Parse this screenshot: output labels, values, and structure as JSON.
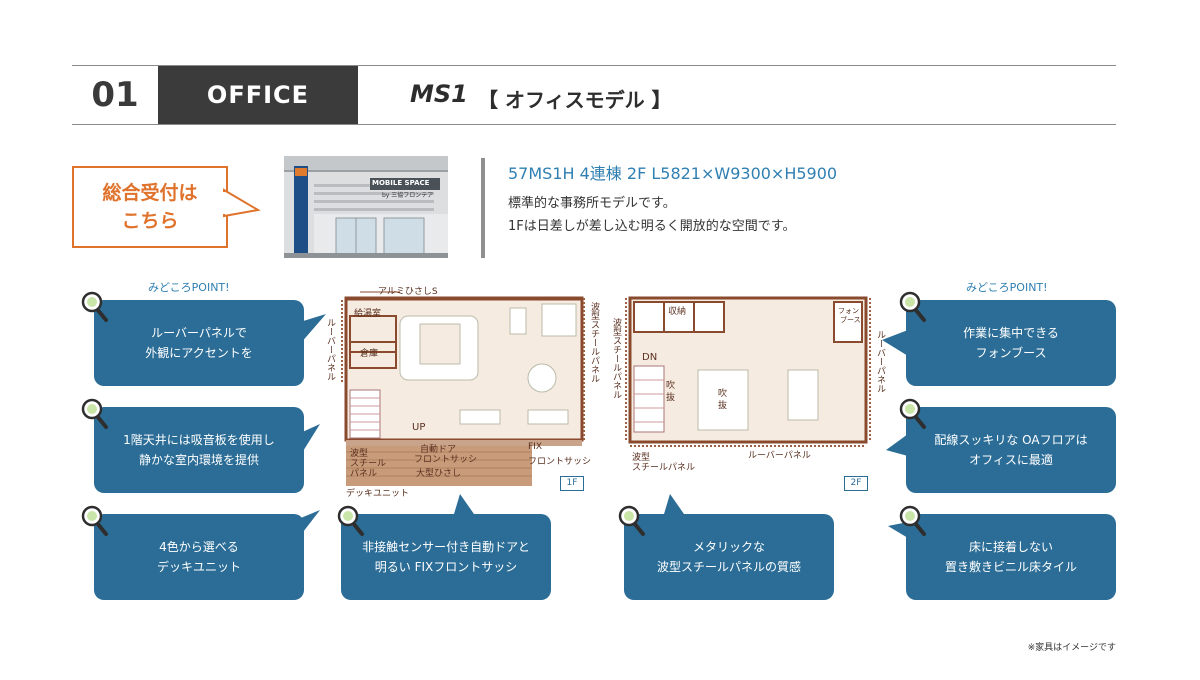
{
  "header": {
    "number": "01",
    "category": "OFFICE",
    "model": "MS1",
    "model_type": "【 オフィスモデル 】"
  },
  "reception": {
    "label": "総合受付は\nこちら"
  },
  "photo": {
    "sign_text": "MOBILE SPACE",
    "sign_sub": "by 三協フロンテア"
  },
  "spec": {
    "line": "57MS1H 4連棟 2F  L5821×W9300×H5900",
    "desc1": "標準的な事務所モデルです。",
    "desc2": "1Fは日差しが差し込む明るく開放的な空間です。"
  },
  "points_label_left": "みどころPOINT!",
  "points_label_right": "みどころPOINT!",
  "points": [
    {
      "text": "ルーバーパネルで\n外観にアクセントを"
    },
    {
      "text": "1階天井には吸音板を使用し\n静かな室内環境を提供"
    },
    {
      "text": "4色から選べる\nデッキユニット"
    },
    {
      "text": "非接触センサー付き自動ドアと\n明るい FIXフロントサッシ"
    },
    {
      "text": "メタリックな\n波型スチールパネルの質感"
    },
    {
      "text": "作業に集中できる\nフォンブース"
    },
    {
      "text": "配線スッキリな OAフロアは\nオフィスに最適"
    },
    {
      "text": "床に接着しない\n置き敷きビニル床タイル"
    }
  ],
  "plan1": {
    "badge": "1F",
    "labels": {
      "awning_s": "アルミひさしS",
      "kitchenette": "給湯室",
      "storage": "倉庫",
      "louver": "ルーバーパネル",
      "corrugated_right": "波型スチールパネル",
      "up": "UP",
      "auto_door": "自動ドア",
      "front_sash": "フロントサッシ",
      "corrugated_low1": "波型",
      "corrugated_low2": "スチール",
      "corrugated_low3": "パネル",
      "large_awning": "大型ひさし",
      "fix": "FIX",
      "fix_sash": "フロントサッシ",
      "deck": "デッキユニット"
    }
  },
  "plan2": {
    "badge": "2F",
    "labels": {
      "storage": "収納",
      "phone1": "フォン",
      "phone2": "ブース",
      "corrugated_left": "波型スチールパネル",
      "louver_right": "ルーバーパネル",
      "dn": "DN",
      "void1": "吹\n抜",
      "void2": "吹\n抜",
      "corrugated_bottom1": "波型",
      "corrugated_bottom2": "スチールパネル",
      "louver_bottom": "ルーバーパネル"
    }
  },
  "footnote": "※家具はイメージです",
  "colors": {
    "accent": "#2b6d96",
    "orange": "#e0732c",
    "wall": "#8a4a2e",
    "floor": "#f6ebe0"
  }
}
